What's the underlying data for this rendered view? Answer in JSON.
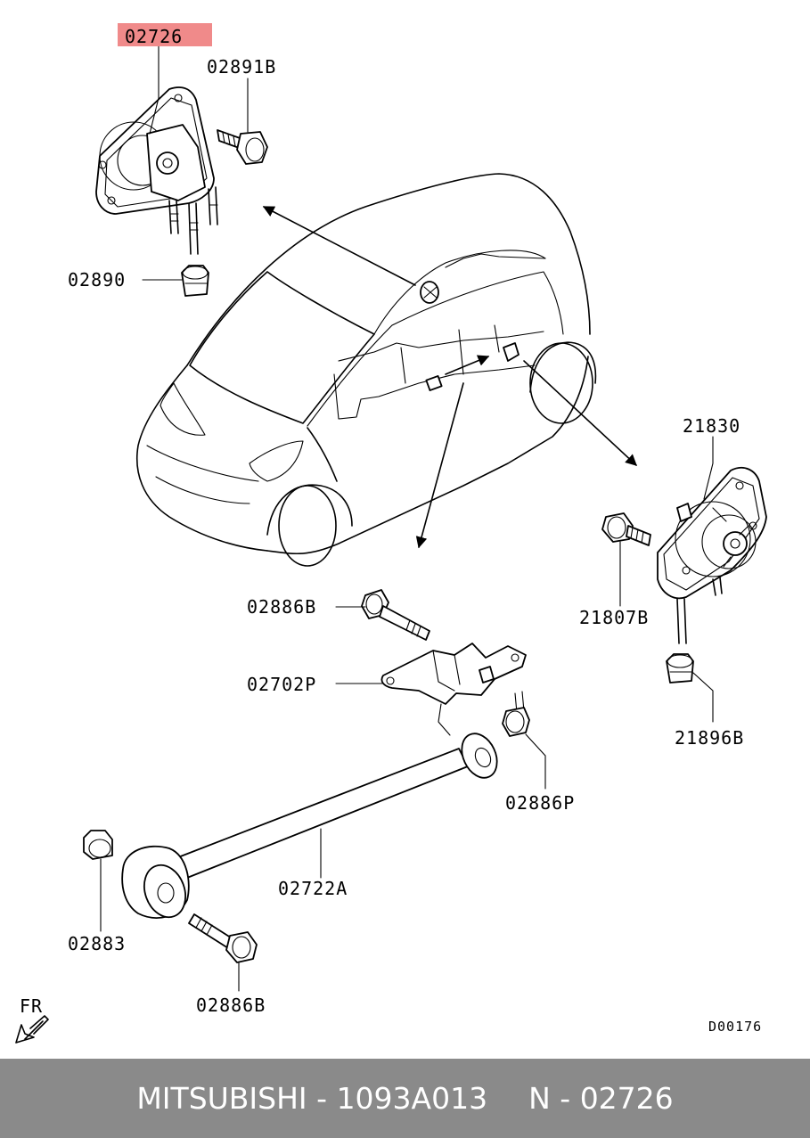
{
  "diagram": {
    "highlight_color": "#f08a8a",
    "labels": {
      "top_mount": "02726",
      "top_bolt": "02891B",
      "top_nut": "02890",
      "right_mount": "21830",
      "right_bolt": "21807B",
      "right_nut": "21896B",
      "bar_bolt_top": "02886B",
      "bracket": "02702P",
      "bracket_bolt": "02886P",
      "torque_rod": "02722A",
      "rod_nut": "02883",
      "rod_bolt": "02886B"
    },
    "fr_label": "FR",
    "diagram_code": "D00176"
  },
  "footer": {
    "brand": "MITSUBISHI",
    "separator": " - ",
    "part_number": "1093A013",
    "ref_prefix": "N",
    "ref_number": "02726"
  }
}
